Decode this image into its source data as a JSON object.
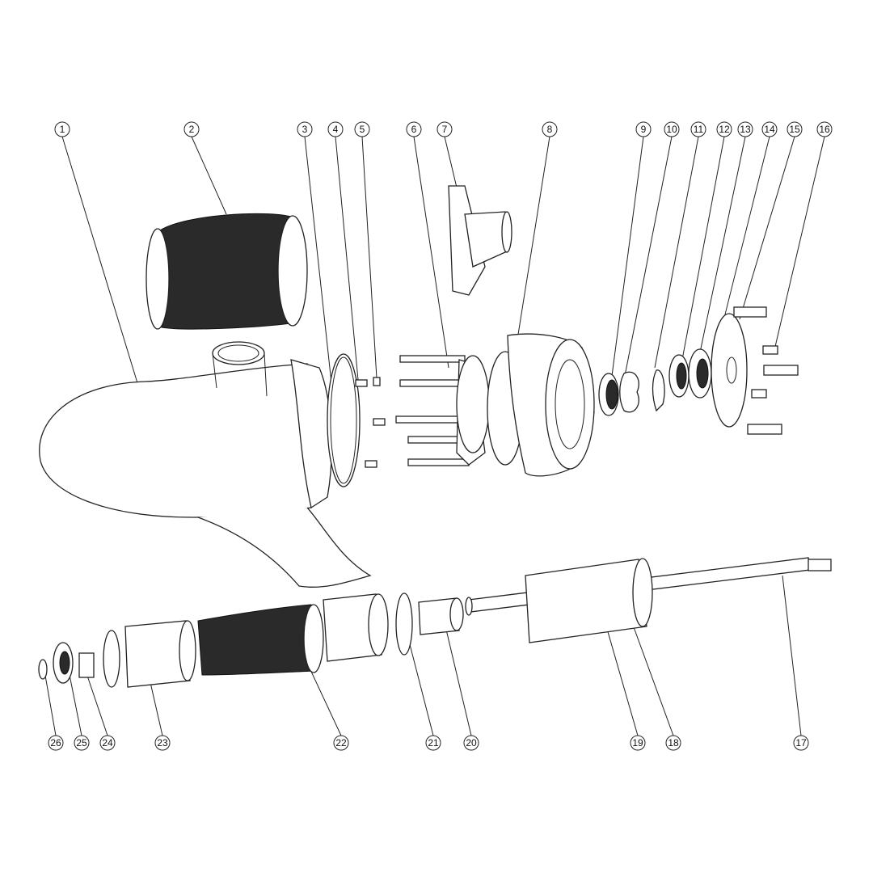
{
  "diagram": {
    "type": "exploded-assembly-view",
    "balloons_top": [
      "1",
      "2",
      "3",
      "4",
      "5",
      "6",
      "7",
      "8",
      "9",
      "10",
      "11",
      "12",
      "13",
      "14",
      "15",
      "16"
    ],
    "balloons_bottom": [
      "26",
      "25",
      "24",
      "23",
      "22",
      "21",
      "20",
      "19",
      "18",
      "17"
    ]
  }
}
